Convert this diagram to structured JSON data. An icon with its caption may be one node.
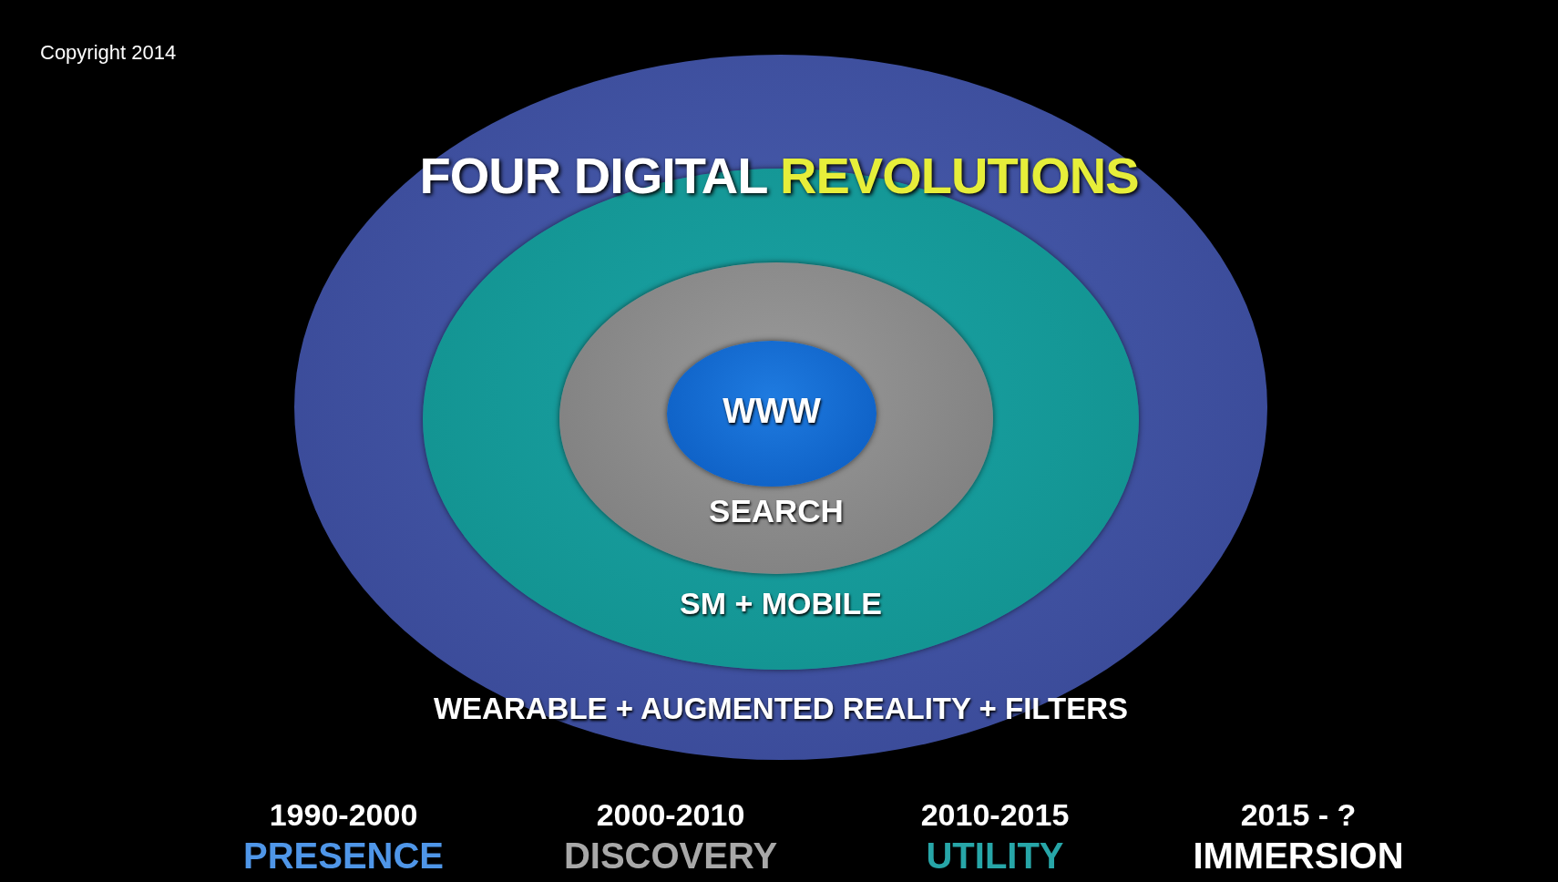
{
  "diagram": {
    "title": "FOUR DIGITAL REVOLUTIONS",
    "nodes": [
      {
        "text": [
          "WEARABLE + AUGMENTED REALITY + FILTERS"
        ]
      },
      {
        "text": [
          "SM + MOBILE"
        ],
        "in": 0
      },
      {
        "text": [
          "SEARCH"
        ],
        "in": 1
      },
      {
        "text": [
          "WWW"
        ],
        "in": 2
      }
    ],
    "edges": [],
    "labels": [
      "Copyright 2014",
      "1990-2000",
      "PRESENCE",
      "2000-2010",
      "DISCOVERY",
      "2010-2015",
      "UTILITY",
      "2015 - ?",
      "IMMERSION"
    ]
  }
}
